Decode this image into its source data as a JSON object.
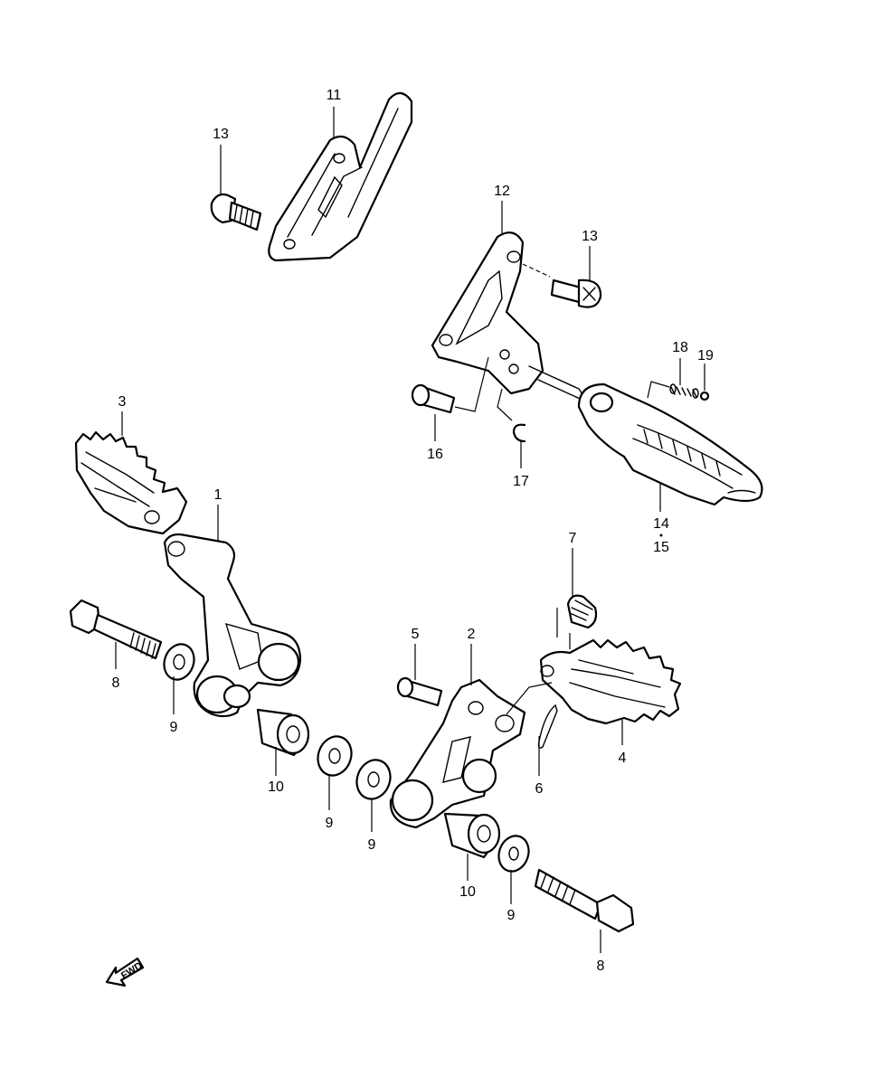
{
  "callouts": {
    "c1": "1",
    "c2": "2",
    "c3": "3",
    "c4": "4",
    "c5": "5",
    "c6": "6",
    "c7": "7",
    "c8a": "8",
    "c8b": "8",
    "c9a": "9",
    "c9b": "9",
    "c9c": "9",
    "c9d": "9",
    "c10a": "10",
    "c10b": "10",
    "c11": "11",
    "c12": "12",
    "c13a": "13",
    "c13b": "13",
    "c14": "14",
    "c15": "15",
    "c16": "16",
    "c17": "17",
    "c18": "18",
    "c19": "19"
  },
  "direction_arrow": {
    "label": "FWD",
    "icon": "direction-arrow-icon"
  }
}
